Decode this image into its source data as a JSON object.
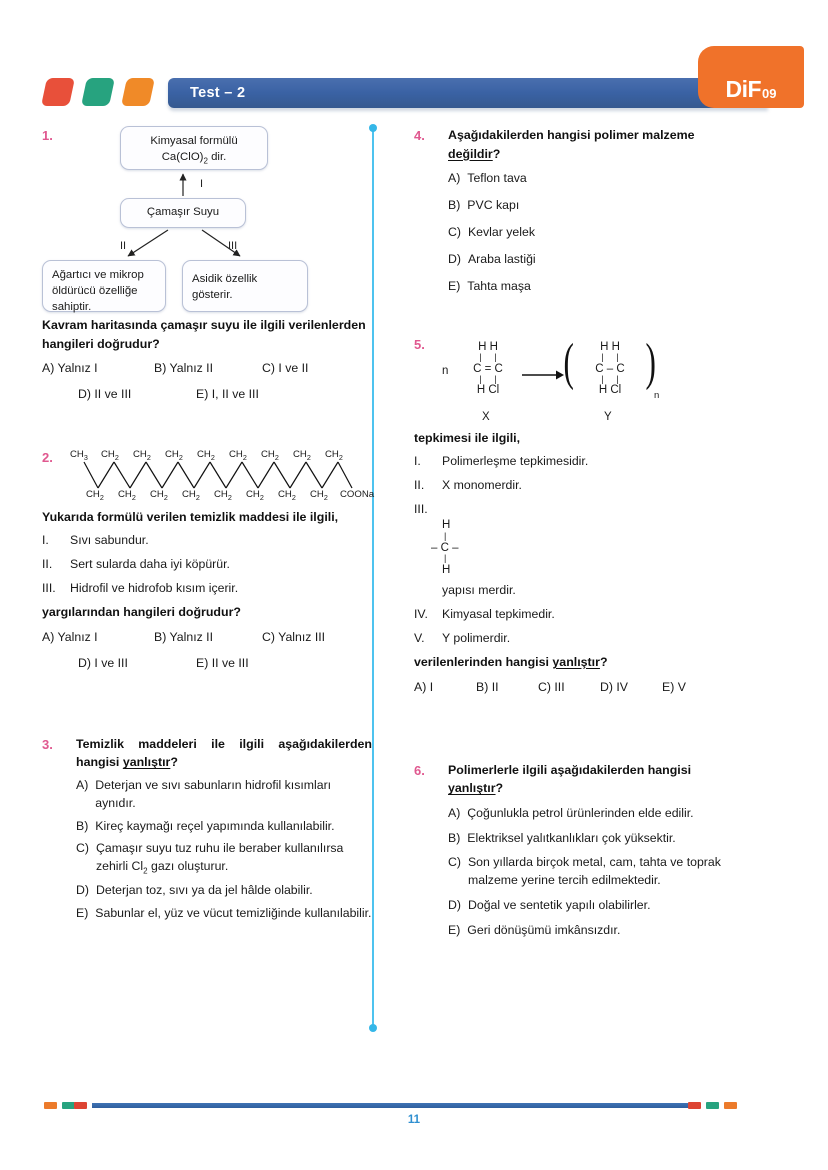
{
  "header": {
    "test_label": "Test – 2",
    "logo_text": "DiF",
    "logo_number": "09",
    "shapes": [
      "red-parallelogram",
      "green-parallelogram",
      "orange-parallelogram"
    ],
    "colors": {
      "bar": "#3a62a4",
      "logo": "#f0722a",
      "red": "#e8503a",
      "green": "#27a37f",
      "orange": "#f08a28"
    }
  },
  "footer": {
    "page_number": "11"
  },
  "questions": {
    "q1": {
      "number": "1.",
      "map": {
        "top_box_line1": "Kimyasal formülü",
        "top_box_line2": "Ca(ClO)2 dir.",
        "mid_box": "Çamaşır Suyu",
        "left_box": "Ağartıcı ve mikrop öldürücü özelliğe sahiptir.",
        "right_box": "Asidik özellik gösterir.",
        "label_1": "I",
        "label_2": "II",
        "label_3": "III"
      },
      "stem": "Kavram haritasında çamaşır suyu ile ilgili verilenlerden hangileri doğrudur?",
      "options": [
        "A) Yalnız I",
        "B) Yalnız II",
        "C) I ve II",
        "D) II ve III",
        "E) I, II ve III"
      ]
    },
    "q2": {
      "number": "2.",
      "chain_top": [
        "CH3",
        "CH2",
        "CH2",
        "CH2",
        "CH2",
        "CH2",
        "CH2",
        "CH2",
        "CH2"
      ],
      "chain_bottom": [
        "CH2",
        "CH2",
        "CH2",
        "CH2",
        "CH2",
        "CH2",
        "CH2",
        "CH2",
        "COONa"
      ],
      "stem": "Yukarıda formülü verilen temizlik maddesi ile ilgili,",
      "romans": [
        {
          "key": "I.",
          "text": "Sıvı sabundur."
        },
        {
          "key": "II.",
          "text": "Sert sularda daha iyi köpürür."
        },
        {
          "key": "III.",
          "text": "Hidrofil ve hidrofob kısım içerir."
        }
      ],
      "stem2": "yargılarından hangileri doğrudur?",
      "options": [
        "A) Yalnız I",
        "B) Yalnız II",
        "C) Yalnız III",
        "D) I ve III",
        "E) II ve III"
      ]
    },
    "q3": {
      "number": "3.",
      "stem_pre": "Temizlik maddeleri ile ilgili aşağıdakilerden hangisi ",
      "stem_underline": "yanlıştır",
      "stem_post": "?",
      "options": [
        {
          "key": "A)",
          "text": "Deterjan ve sıvı sabunların hidrofil kısımları aynıdır."
        },
        {
          "key": "B)",
          "text": "Kireç kaymağı reçel yapımında kullanılabilir."
        },
        {
          "key": "C)",
          "text": "Çamaşır suyu tuz ruhu ile beraber kullanılırsa zehirli Cl2 gazı oluşturur."
        },
        {
          "key": "D)",
          "text": "Deterjan toz, sıvı ya da jel hâlde olabilir."
        },
        {
          "key": "E)",
          "text": "Sabunlar el, yüz ve vücut temizliğinde kullanılabilir."
        }
      ]
    },
    "q4": {
      "number": "4.",
      "stem_pre": "Aşağıdakilerden hangisi polimer malzeme ",
      "stem_underline": "değildir",
      "stem_post": "?",
      "options": [
        {
          "key": "A)",
          "text": "Teflon tava"
        },
        {
          "key": "B)",
          "text": "PVC kapı"
        },
        {
          "key": "C)",
          "text": "Kevlar yelek"
        },
        {
          "key": "D)",
          "text": "Araba lastiği"
        },
        {
          "key": "E)",
          "text": "Tahta maşa"
        }
      ]
    },
    "q5": {
      "number": "5.",
      "reaction": {
        "coefficient": "n",
        "monomer_top": "H   H",
        "monomer_mid": "C = C",
        "monomer_bottom": "H   Cl",
        "polymer_top": "H   H",
        "polymer_mid": "C – C",
        "polymer_bottom": "H   Cl",
        "subscript_n": "n",
        "label_x": "X",
        "label_y": "Y",
        "arrow": "arrow-right-icon"
      },
      "stem": "tepkimesi ile ilgili,",
      "romans": [
        {
          "key": "I.",
          "text": "Polimerleşme tepkimesidir."
        },
        {
          "key": "II.",
          "text": "X monomerdir."
        },
        {
          "key": "III.",
          "text": ""
        },
        {
          "key": "IV.",
          "text": "Kimyasal tepkimedir."
        },
        {
          "key": "V.",
          "text": "Y polimerdir."
        }
      ],
      "struct3": {
        "top": "H",
        "mid": "– C –",
        "bottom": "H",
        "caption": "yapısı merdir."
      },
      "stem2_pre": "verilenlerinden hangisi ",
      "stem2_underline": "yanlıştır",
      "stem2_post": "?",
      "options": [
        "A) I",
        "B) II",
        "C) III",
        "D) IV",
        "E) V"
      ]
    },
    "q6": {
      "number": "6.",
      "stem_pre": "Polimerlerle ilgili aşağıdakilerden hangisi ",
      "stem_underline": "yanlıştır",
      "stem_post": "?",
      "options": [
        {
          "key": "A)",
          "text": "Çoğunlukla petrol ürünlerinden elde edilir."
        },
        {
          "key": "B)",
          "text": "Elektriksel yalıtkanlıkları çok yüksektir."
        },
        {
          "key": "C)",
          "text": "Son yıllarda birçok metal, cam, tahta ve toprak malzeme yerine tercih edilmektedir."
        },
        {
          "key": "D)",
          "text": "Doğal ve sentetik yapılı olabilirler."
        },
        {
          "key": "E)",
          "text": "Geri dönüşümü imkânsızdır."
        }
      ]
    }
  }
}
